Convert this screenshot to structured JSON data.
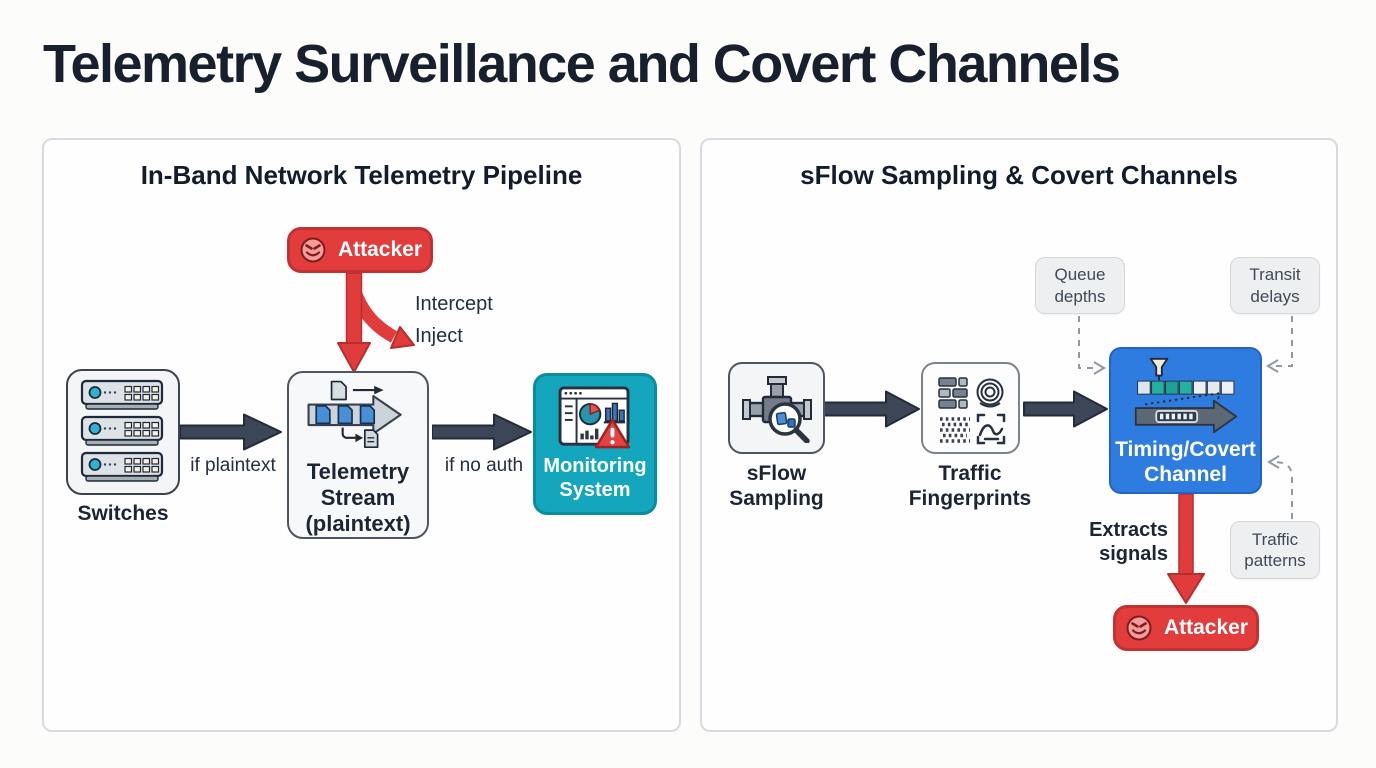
{
  "title": "Telemetry Surveillance and Covert Channels",
  "colors": {
    "attacker_red": "#e23c3c",
    "covert_blue": "#2e7ce0",
    "monitoring_teal": "#14a6bc",
    "arrow_slate": "#3d4657",
    "title_navy": "#18202e"
  },
  "icons": {
    "attacker": "devil-face-icon",
    "switches": "switch-stack-icon",
    "telemetry_stream": "document-stream-icon",
    "monitoring_system": "dashboard-alert-icon",
    "sflow_sampling": "flow-tap-magnifier-icon",
    "traffic_fingerprints": "fingerprint-grid-icon",
    "timing_covert_channel": "timing-queue-icon"
  },
  "left_panel": {
    "title": "In-Band Network Telemetry Pipeline",
    "attacker": {
      "label": "Attacker"
    },
    "annotations": {
      "intercept": "Intercept",
      "inject": "Inject",
      "if_plaintext": "if plaintext",
      "if_no_auth": "if no auth"
    },
    "nodes": {
      "switches": {
        "label": "Switches"
      },
      "telemetry_stream": {
        "label": "Telemetry Stream (plaintext)"
      },
      "monitoring_system": {
        "label": "Monitoring System"
      }
    }
  },
  "right_panel": {
    "title": "sFlow Sampling & Covert Channels",
    "callouts": {
      "queue_depths": "Queue depths",
      "transit_delays": "Transit delays",
      "traffic_patterns": "Traffic patterns"
    },
    "nodes": {
      "sflow_sampling": {
        "label": "sFlow Sampling"
      },
      "traffic_fingerprints": {
        "label": "Traffic Fingerprints"
      },
      "timing_covert_channel": {
        "label": "Timing/Covert Channel"
      }
    },
    "annotations": {
      "extracts_signals": "Extracts signals"
    },
    "attacker": {
      "label": "Attacker"
    }
  }
}
